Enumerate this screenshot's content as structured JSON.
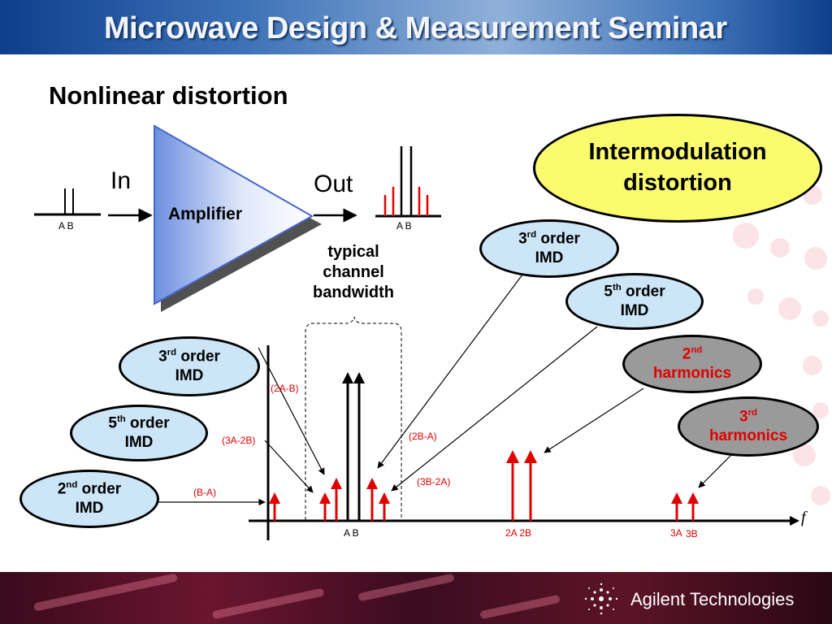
{
  "header": {
    "title": "Microwave Design & Measurement Seminar"
  },
  "slide": {
    "title": "Nonlinear distortion"
  },
  "amplifier": {
    "in_label": "In",
    "out_label": "Out",
    "label": "Amplifier",
    "in_tones": "A B",
    "out_tones": "A B"
  },
  "callouts": {
    "imd": {
      "line1": "Intermodulation",
      "line2": "distortion"
    },
    "bandwidth": {
      "line1": "typical",
      "line2": "channel",
      "line3": "bandwidth"
    },
    "third_imd_right": {
      "num": "3",
      "sup": "rd",
      "order": "order",
      "imd": "IMD"
    },
    "fifth_imd_right": {
      "num": "5",
      "sup": "th",
      "order": "order",
      "imd": "IMD"
    },
    "second_harm": {
      "num": "2",
      "sup": "nd",
      "word": "harmonics"
    },
    "third_harm": {
      "num": "3",
      "sup": "rd",
      "word": "harmonics"
    },
    "third_imd_left": {
      "num": "3",
      "sup": "rd",
      "order": "order",
      "imd": "IMD"
    },
    "fifth_imd_left": {
      "num": "5",
      "sup": "th",
      "order": "order",
      "imd": "IMD"
    },
    "second_imd_left": {
      "num": "2",
      "sup": "nd",
      "order": "order",
      "imd": "IMD"
    }
  },
  "spectrum": {
    "f_label": "f",
    "terms": {
      "two_a_b": "(2A-B)",
      "three_a_2b": "(3A-2B)",
      "b_a": "(B-A)",
      "two_b_a": "(2B-A)",
      "three_b_2a": "(3B-2A)"
    },
    "axis": {
      "ab": "A B",
      "two_a2b": "2A 2B",
      "three_a": "3A",
      "three_b": "3B"
    }
  },
  "footer": {
    "company": "Agilent Technologies"
  },
  "colors": {
    "accent_red": "#e00000",
    "ellipse_blue": "#cce6f7",
    "ellipse_gray": "#9a9a9a",
    "ellipse_yellow": "#fbfb6e"
  }
}
